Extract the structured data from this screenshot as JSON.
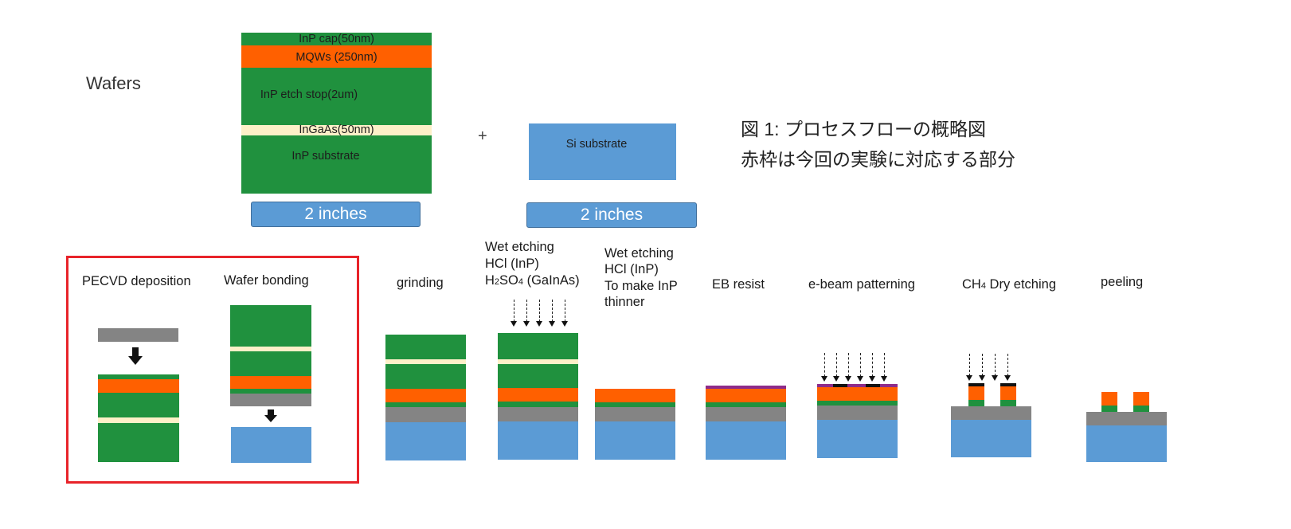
{
  "wafers_label": "Wafers",
  "wafer_stack": {
    "cap": "InP cap(50nm)",
    "mqw": "MQWs (250nm)",
    "etch_stop": "InP etch stop(2um)",
    "ingaas": "InGaAs(50nm)",
    "substrate": "InP substrate"
  },
  "plus": "+",
  "si_substrate": "Si substrate",
  "inch_label_left": "2 inches",
  "inch_label_right": "2 inches",
  "caption": {
    "line1": "図 1:  プロセスフローの概略図",
    "line2": "赤枠は今回の実験に対応する部分"
  },
  "steps": {
    "pecvd": "PECVD deposition",
    "bonding": "Wafer bonding",
    "grinding": "grinding",
    "wet1": {
      "l1": "Wet etching",
      "l2": "HCl (InP)",
      "l3_a": "H",
      "l3_sub1": "2",
      "l3_b": "SO",
      "l3_sub2": "4",
      "l3_c": " (GaInAs)"
    },
    "wet2": {
      "l1": "Wet etching",
      "l2": "HCl (InP)",
      "l3": "To make InP",
      "l4": "thinner"
    },
    "eb_resist": "EB resist",
    "ebeam": "e-beam patterning",
    "dry_a": "CH",
    "dry_sub": "4",
    "dry_b": " Dry etching",
    "peeling": "peeling"
  },
  "colors": {
    "inp": "#20913e",
    "mqw": "#ff6000",
    "ingaas": "#fdf0c8",
    "oxide": "#848484",
    "si": "#5b9bd5",
    "resist": "#8e2b8a",
    "highlight_box": "#e8232a"
  }
}
